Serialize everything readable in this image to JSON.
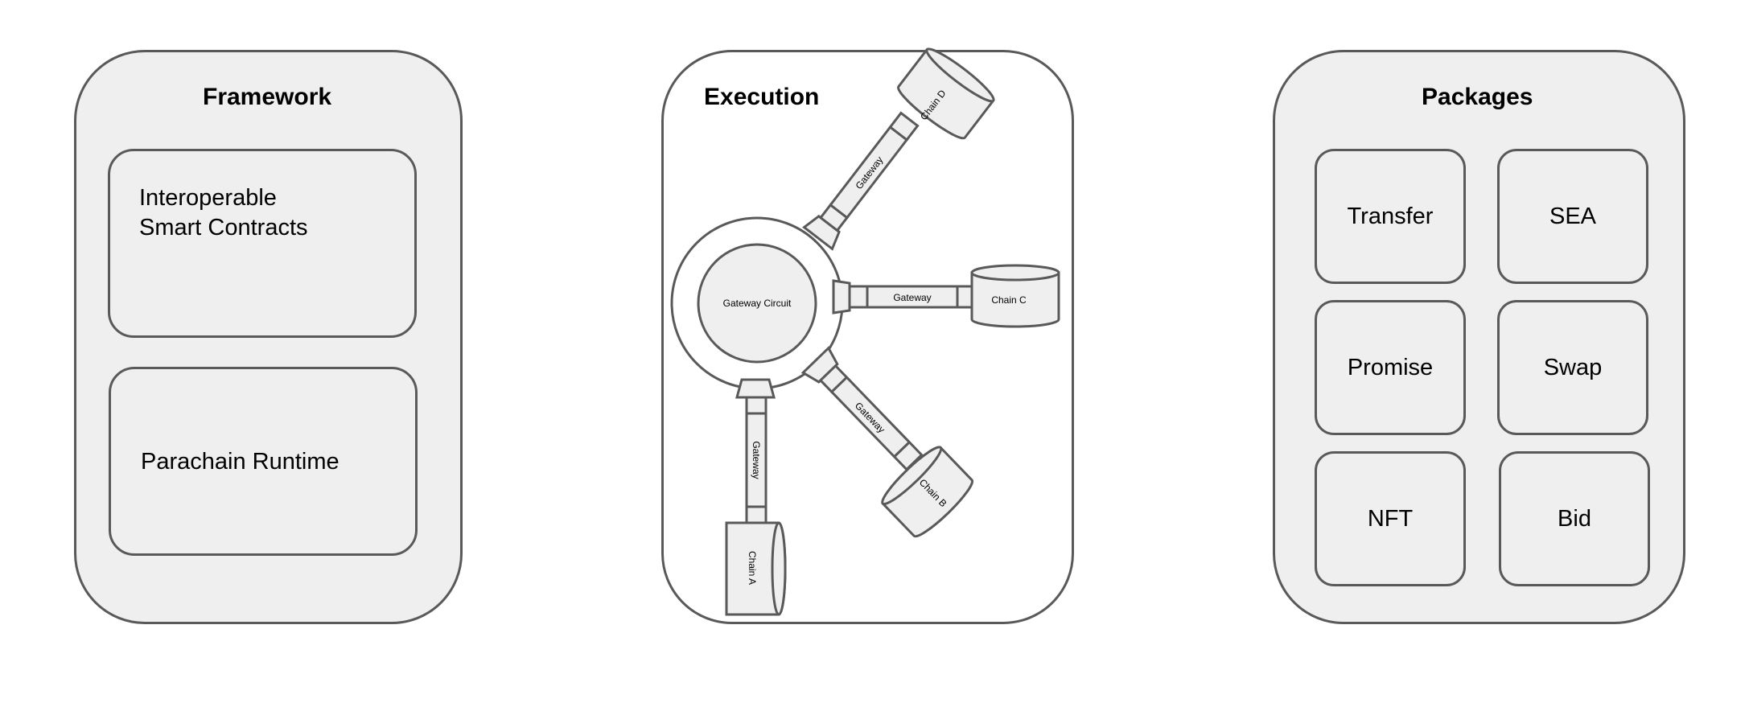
{
  "framework": {
    "title": "Framework",
    "card1_line1": "Interoperable",
    "card1_line2": "Smart Contracts",
    "card2": "Parachain Runtime"
  },
  "execution": {
    "title": "Execution",
    "hub": "Gateway Circuit",
    "gateway": "Gateway",
    "chain_a": "Chain A",
    "chain_b": "Chain B",
    "chain_c": "Chain C",
    "chain_d": "Chain D"
  },
  "packages": {
    "title": "Packages",
    "items": [
      "Transfer",
      "SEA",
      "Promise",
      "Swap",
      "NFT",
      "Bid"
    ]
  },
  "colors": {
    "stroke": "#595959",
    "fill": "#efefef"
  }
}
